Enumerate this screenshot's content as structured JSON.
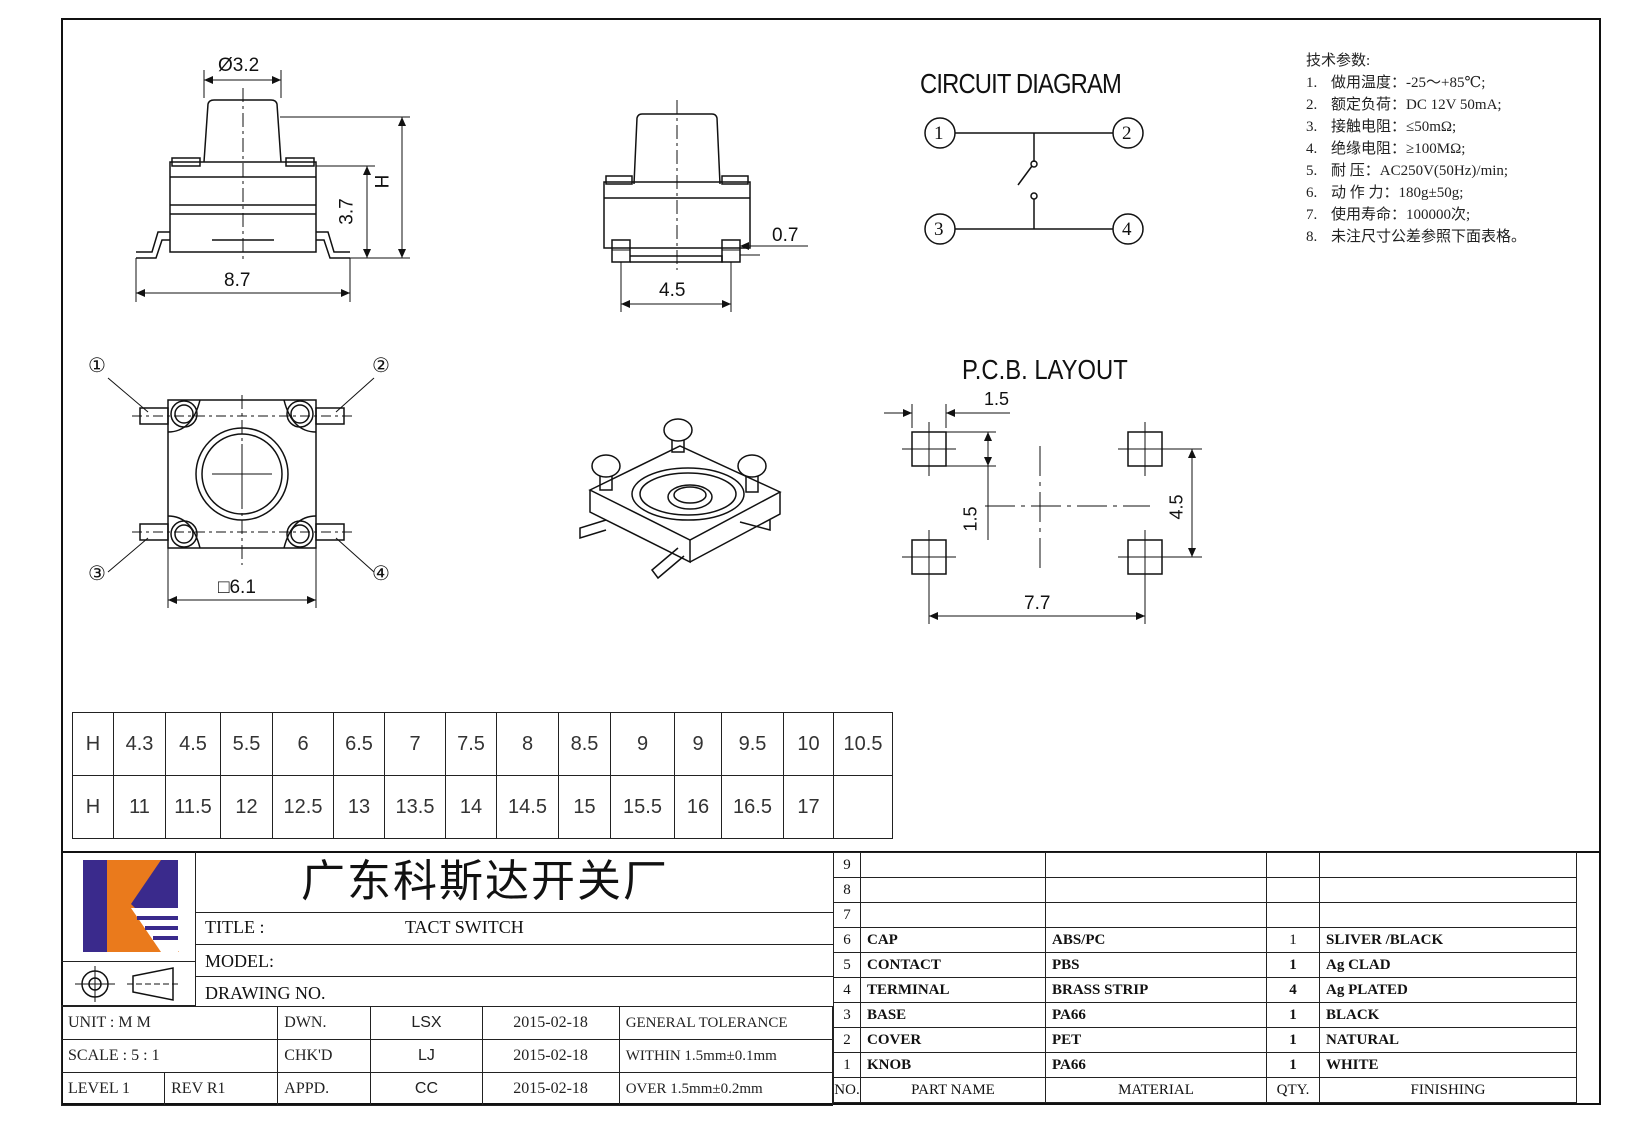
{
  "dimensions": {
    "cap_diameter": "Ø3.2",
    "height": "H",
    "body_height": "3.7",
    "width": "8.7",
    "side_width": "4.5",
    "terminal_thickness": "0.7",
    "square": "□6.1"
  },
  "circuit": {
    "title": "CIRCUIT  DIAGRAM",
    "pins": [
      "1",
      "2",
      "3",
      "4"
    ]
  },
  "pin_callouts": [
    "①",
    "②",
    "③",
    "④"
  ],
  "pcb": {
    "title": "P.C.B. LAYOUT",
    "pad_width": "1.5",
    "pad_gap": "1.5",
    "pitch_y": "4.5",
    "pitch_x": "7.7"
  },
  "specs": {
    "heading": "技术参数:",
    "items": [
      {
        "num": "1.",
        "text": "做用温度：-25～+85℃;"
      },
      {
        "num": "2.",
        "text": "额定负荷：DC  12V  50mA;"
      },
      {
        "num": "3.",
        "text": "接触电阻：≤50mΩ;"
      },
      {
        "num": "4.",
        "text": "绝缘电阻：≥100MΩ;"
      },
      {
        "num": "5.",
        "text": "耐     压：AC250V(50Hz)/min;"
      },
      {
        "num": "6.",
        "text": "动  作  力：180g±50g;"
      },
      {
        "num": "7.",
        "text": "使用寿命：100000次;"
      },
      {
        "num": "8.",
        "text": "未注尺寸公差参照下面表格。"
      }
    ]
  },
  "h_table": {
    "row1": [
      "H",
      "4.3",
      "4.5",
      "5.5",
      "6",
      "6.5",
      "7",
      "7.5",
      "8",
      "8.5",
      "9",
      "9",
      "9.5",
      "10",
      "10.5"
    ],
    "row2": [
      "H",
      "11",
      "11.5",
      "12",
      "12.5",
      "13",
      "13.5",
      "14",
      "14.5",
      "15",
      "15.5",
      "16",
      "16.5",
      "17",
      ""
    ]
  },
  "title_block": {
    "company": "广东科斯达开关厂",
    "title_label": "TITLE  :",
    "title_value": "TACT SWITCH",
    "model_label": "MODEL:",
    "drawing_label": "DRAWING NO.",
    "unit": "UNIT    :    M M",
    "scale": "SCALE   :   5  :  1",
    "level": "LEVEL  1",
    "rev": "REV   R1",
    "dwn": "DWN.",
    "chk": "CHK'D",
    "appd": "APPD.",
    "dwn_name": "LSX",
    "chk_name": "LJ",
    "appd_name": "CC",
    "dwn_date": "2015-02-18",
    "chk_date": "2015-02-18",
    "appd_date": "2015-02-18",
    "tol1": "GENERAL  TOLERANCE",
    "tol2": "WITHIN  1.5mm±0.1mm",
    "tol3": "OVER     1.5mm±0.2mm"
  },
  "parts": {
    "headers": {
      "no": "NO.",
      "name": "PART   NAME",
      "material": "MATERIAL",
      "qty": "QTY.",
      "finishing": "FINISHING"
    },
    "rows": [
      {
        "no": "9",
        "name": "",
        "material": "",
        "qty": "",
        "finishing": ""
      },
      {
        "no": "8",
        "name": "",
        "material": "",
        "qty": "",
        "finishing": ""
      },
      {
        "no": "7",
        "name": "",
        "material": "",
        "qty": "",
        "finishing": ""
      },
      {
        "no": "6",
        "name": "CAP",
        "material": "ABS/PC",
        "qty": "1",
        "finishing": "SLIVER /BLACK"
      },
      {
        "no": "5",
        "name": "CONTACT",
        "material": "PBS",
        "qty": "1",
        "finishing": "Ag CLAD"
      },
      {
        "no": "4",
        "name": "TERMINAL",
        "material": "BRASS STRIP",
        "qty": "4",
        "finishing": "Ag PLATED"
      },
      {
        "no": "3",
        "name": "BASE",
        "material": "PA66",
        "qty": "1",
        "finishing": "BLACK"
      },
      {
        "no": "2",
        "name": "COVER",
        "material": "PET",
        "qty": "1",
        "finishing": "NATURAL"
      },
      {
        "no": "1",
        "name": "KNOB",
        "material": "PA66",
        "qty": "1",
        "finishing": "WHITE"
      }
    ]
  },
  "colors": {
    "logo_blue": "#3a2a8c",
    "logo_orange": "#ea7a1c",
    "line": "#111111"
  }
}
